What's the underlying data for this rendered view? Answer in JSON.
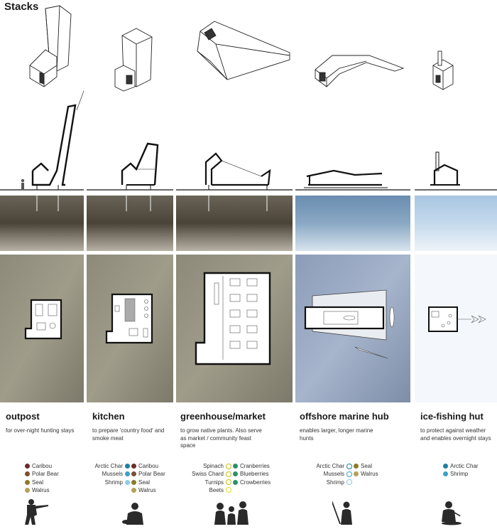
{
  "title": "Stacks",
  "colors": {
    "caribou": "#6b2c2a",
    "polar_bear": "#7a5030",
    "seal": "#8c7a28",
    "walrus": "#b5a055",
    "arctic_char": "#1f7fa0",
    "mussels": "#3aa0c8",
    "shrimp": "#8ccde8",
    "spinach": "#c9c214",
    "swiss_chard": "#c9c214",
    "turnips": "#c9c214",
    "beets": "#e0dd20",
    "cranberries": "#2e8f6e",
    "blueberries": "#2e8f6e",
    "crowberries": "#2e8f6e",
    "land_ground": "#5a5346",
    "sea_ground": "#7a9fbf",
    "ice_ground": "#b8d2e8"
  },
  "columns": [
    {
      "name": "outpost",
      "description": "for over-night hunting stays",
      "legend_left": [],
      "legend_right": [
        {
          "label": "Caribou",
          "color": "#6b2c2a",
          "style": "dot"
        },
        {
          "label": "Polar Bear",
          "color": "#7a5030",
          "style": "dot"
        },
        {
          "label": "Seal",
          "color": "#8c7a28",
          "style": "dot"
        },
        {
          "label": "Walrus",
          "color": "#b5a055",
          "style": "dot"
        }
      ],
      "figure_icon": "hunter-with-rifle-icon"
    },
    {
      "name": "kitchen",
      "description": "to prepare 'country food' and smoke meat",
      "legend_left": [
        {
          "label": "Arctic Char",
          "color": "#1f7fa0",
          "style": "dot"
        },
        {
          "label": "Mussels",
          "color": "#3aa0c8",
          "style": "dot"
        },
        {
          "label": "Shrimp",
          "color": "#8ccde8",
          "style": "dot"
        }
      ],
      "legend_right": [
        {
          "label": "Caribou",
          "color": "#6b2c2a",
          "style": "dot"
        },
        {
          "label": "Polar Bear",
          "color": "#7a5030",
          "style": "dot"
        },
        {
          "label": "Seal",
          "color": "#8c7a28",
          "style": "dot"
        },
        {
          "label": "Walrus",
          "color": "#b5a055",
          "style": "dot"
        }
      ],
      "figure_icon": "person-preparing-food-icon"
    },
    {
      "name": "greenhouse/market",
      "description": "to grow native plants. Also serve as market / community feast space",
      "legend_left": [
        {
          "label": "Spinach",
          "color": "#c9c214",
          "style": "ring"
        },
        {
          "label": "Swiss Chard",
          "color": "#c9c214",
          "style": "ring"
        },
        {
          "label": "Turnips",
          "color": "#c9c214",
          "style": "ring"
        },
        {
          "label": "Beets",
          "color": "#e0dd20",
          "style": "ring"
        }
      ],
      "legend_right": [
        {
          "label": "Cranberries",
          "color": "#2e8f6e",
          "style": "dot"
        },
        {
          "label": "Blueberries",
          "color": "#2e8f6e",
          "style": "dot"
        },
        {
          "label": "Crowberries",
          "color": "#2e8f6e",
          "style": "dot"
        }
      ],
      "figure_icon": "community-group-icon"
    },
    {
      "name": "offshore marine hub",
      "description": "enables larger, longer marine hunts",
      "legend_left": [
        {
          "label": "Arctic Char",
          "color": "#1f7fa0",
          "style": "ring"
        },
        {
          "label": "Mussels",
          "color": "#3aa0c8",
          "style": "ring"
        },
        {
          "label": "Shrimp",
          "color": "#8ccde8",
          "style": "ring"
        }
      ],
      "legend_right": [
        {
          "label": "Seal",
          "color": "#8c7a28",
          "style": "dot"
        },
        {
          "label": "Walrus",
          "color": "#b5a055",
          "style": "dot"
        }
      ],
      "figure_icon": "person-with-harpoon-icon"
    },
    {
      "name": "ice-fishing hut",
      "description": "to protect against weather and enables overnight stays",
      "legend_left": [],
      "legend_right": [
        {
          "label": "Arctic Char",
          "color": "#1f7fa0",
          "style": "dot"
        },
        {
          "label": "Shrimp",
          "color": "#3aa0c8",
          "style": "dot"
        }
      ],
      "figure_icon": "ice-fisher-icon"
    }
  ]
}
